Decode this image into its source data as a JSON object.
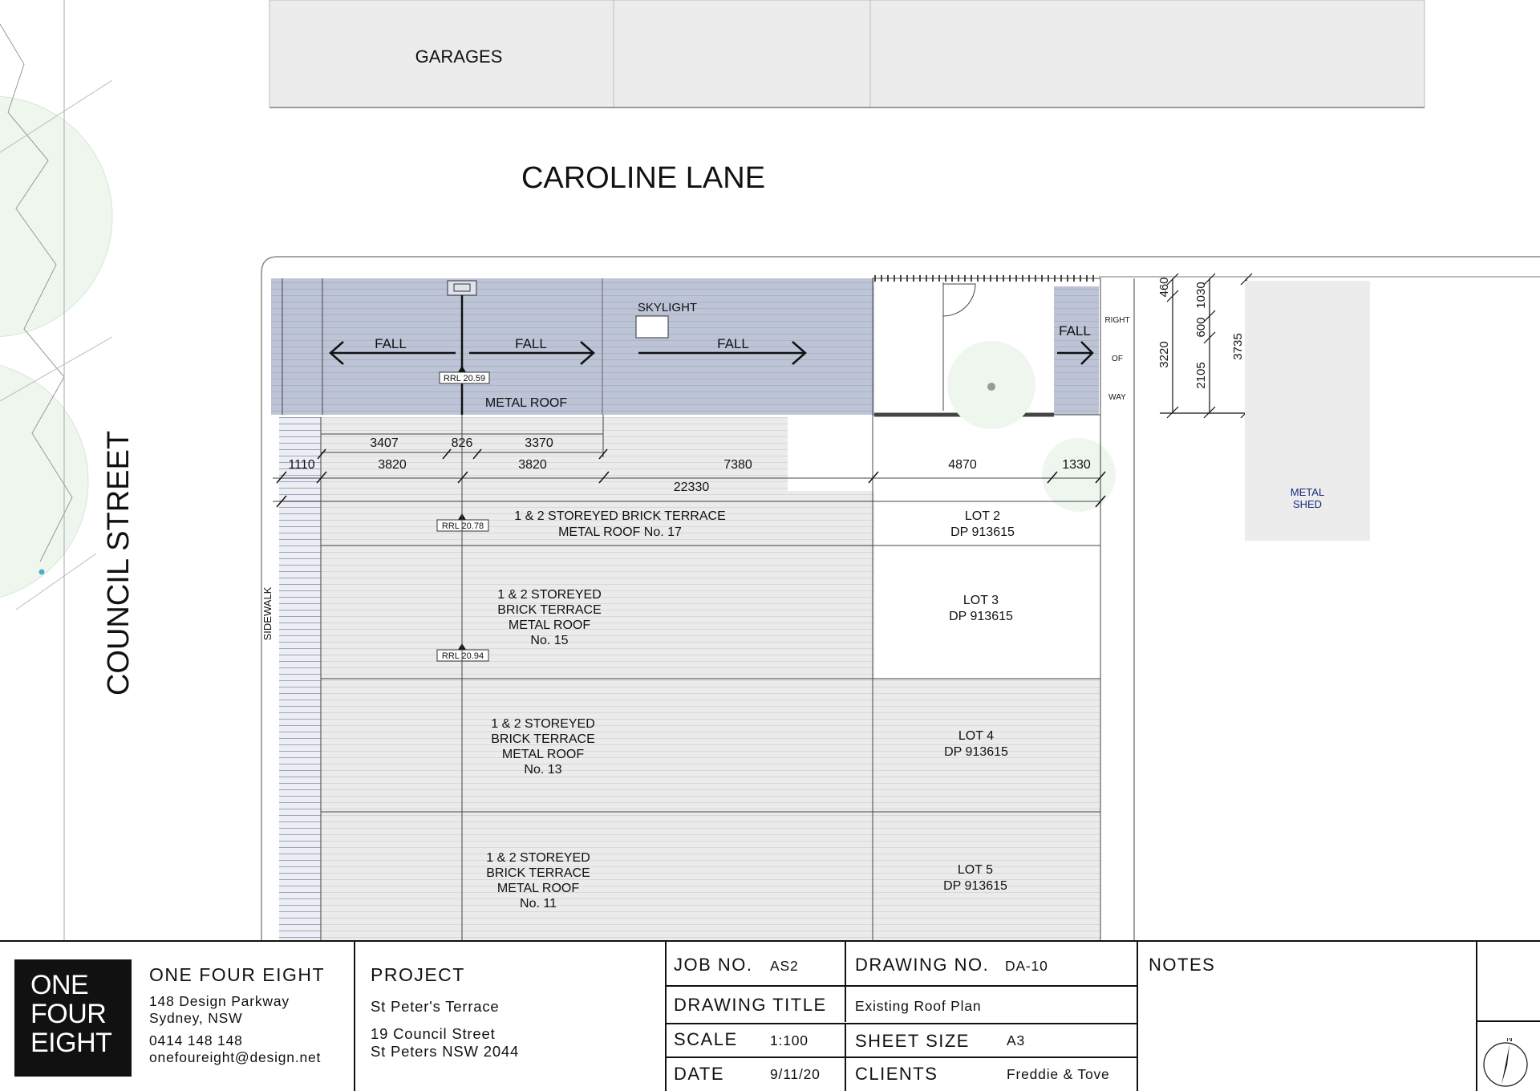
{
  "plan": {
    "garages_label": "GARAGES",
    "lane_label": "CAROLINE LANE",
    "street_label": "COUNCIL STREET",
    "sidewalk_label": "SIDEWALK",
    "skylight_label": "SKYLIGHT",
    "fall_label": "FALL",
    "metal_roof_label": "METAL ROOF",
    "rrl_levels": [
      "RRL 20.59",
      "RRL 20.78",
      "RRL 20.94"
    ],
    "right_of_way": [
      "RIGHT",
      "OF",
      "WAY"
    ],
    "metal_shed": [
      "METAL",
      "SHED"
    ],
    "dimensions": {
      "row1": [
        "3407",
        "826",
        "3370"
      ],
      "row2": [
        "1110",
        "3820",
        "3820",
        "7380",
        "4870",
        "1330"
      ],
      "total": "22330",
      "vertical": [
        "460",
        "1030",
        "600",
        "3220",
        "2105",
        "3735"
      ]
    },
    "terraces": [
      {
        "lines": [
          "1 & 2 STOREYED BRICK TERRACE",
          "METAL ROOF No. 17"
        ],
        "lot": [
          "LOT 2",
          "DP 913615"
        ]
      },
      {
        "lines": [
          "1 & 2 STOREYED",
          "BRICK TERRACE",
          "METAL ROOF",
          "No. 15"
        ],
        "lot": [
          "LOT 3",
          "DP 913615"
        ]
      },
      {
        "lines": [
          "1 & 2 STOREYED",
          "BRICK TERRACE",
          "METAL ROOF",
          "No. 13"
        ],
        "lot": [
          "LOT 4",
          "DP 913615"
        ]
      },
      {
        "lines": [
          "1 & 2 STOREYED",
          "BRICK TERRACE",
          "METAL ROOF",
          "No. 11"
        ],
        "lot": [
          "LOT 5",
          "DP 913615"
        ]
      }
    ],
    "colors": {
      "roof_blue": "#bcc4d6",
      "grey_fill": "#e9e9e9",
      "tree_green": "#eef6ee"
    }
  },
  "titleblock": {
    "logo": [
      "ONE",
      "FOUR",
      "EIGHT"
    ],
    "firm_name": "ONE FOUR EIGHT",
    "firm_address": [
      "148 Design Parkway",
      "Sydney, NSW"
    ],
    "firm_phone": "0414 148 148",
    "firm_email": "onefoureight@design.net",
    "project_label": "PROJECT",
    "project_name": "St Peter's Terrace",
    "project_address": [
      "19 Council Street",
      "St Peters NSW 2044"
    ],
    "job_no_label": "JOB NO.",
    "job_no": "AS2",
    "drawing_no_label": "DRAWING NO.",
    "drawing_no": "DA-10",
    "drawing_title_label": "DRAWING TITLE",
    "drawing_title": "Existing Roof Plan",
    "scale_label": "SCALE",
    "scale": "1:100",
    "sheet_size_label": "SHEET SIZE",
    "sheet_size": "A3",
    "date_label": "DATE",
    "date": "9/11/20",
    "clients_label": "CLIENTS",
    "clients": "Freddie & Tove",
    "notes_label": "NOTES",
    "north_label": "N"
  }
}
